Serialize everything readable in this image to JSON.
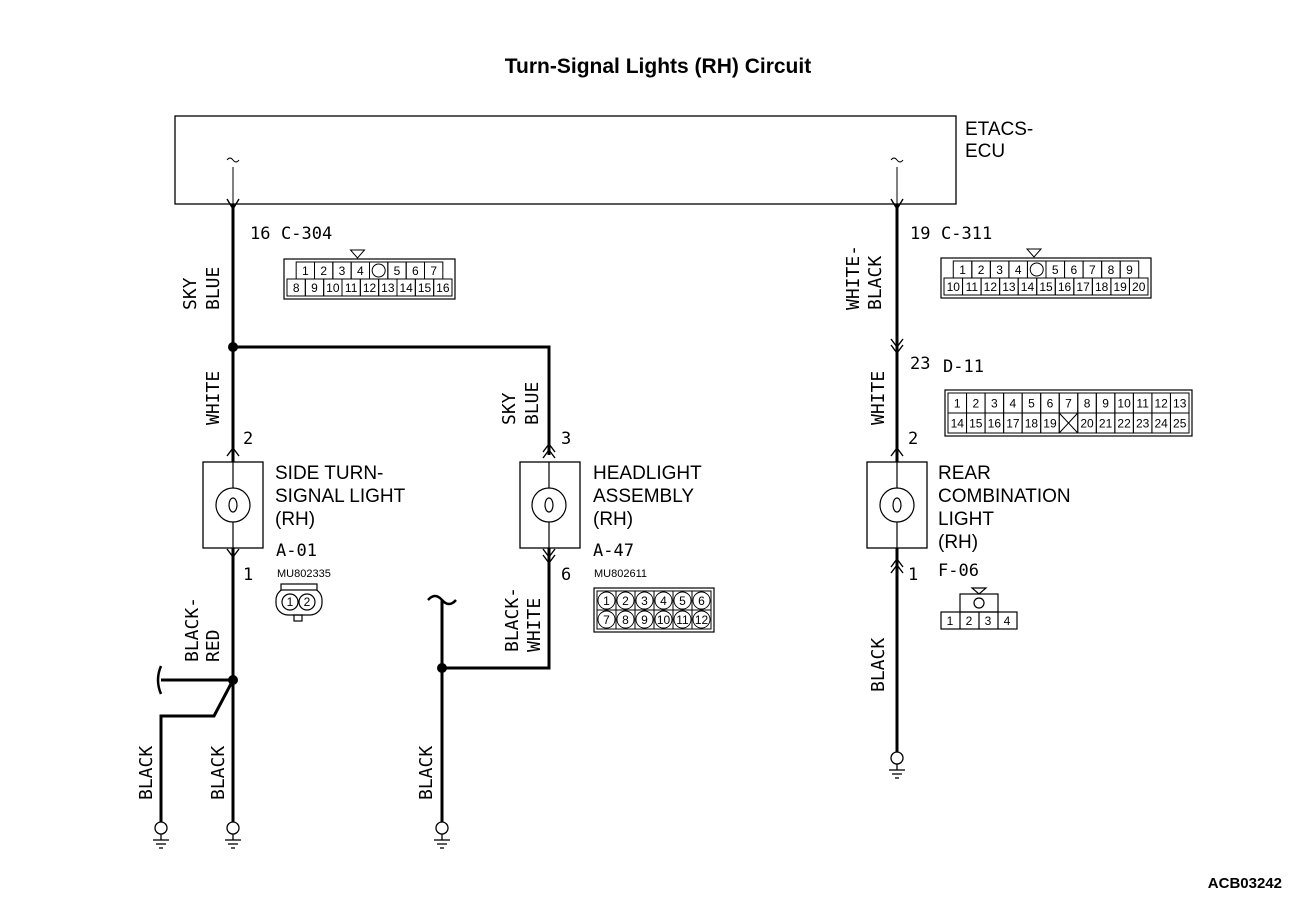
{
  "title": "Turn-Signal Lights (RH) Circuit",
  "figure_code": "ACB03242",
  "ecu": {
    "line1": "ETACS-",
    "line2": "ECU"
  },
  "connectors": {
    "c304": {
      "pin": "16",
      "name": "C-304",
      "row1": [
        "1",
        "2",
        "3",
        "4",
        "",
        "5",
        "6",
        "7"
      ],
      "row2": [
        "8",
        "9",
        "10",
        "11",
        "12",
        "13",
        "14",
        "15",
        "16"
      ]
    },
    "c311": {
      "pin": "19",
      "name": "C-311",
      "row1": [
        "1",
        "2",
        "3",
        "4",
        "",
        "5",
        "6",
        "7",
        "8",
        "9"
      ],
      "row2": [
        "10",
        "11",
        "12",
        "13",
        "14",
        "15",
        "16",
        "17",
        "18",
        "19",
        "20"
      ]
    },
    "d11": {
      "pin": "23",
      "name": "D-11",
      "row1": [
        "1",
        "2",
        "3",
        "4",
        "5",
        "6",
        "7",
        "8",
        "9",
        "10",
        "11",
        "12",
        "13"
      ],
      "row2": [
        "14",
        "15",
        "16",
        "17",
        "18",
        "19",
        "",
        "20",
        "21",
        "22",
        "23",
        "24",
        "25"
      ]
    },
    "a01": {
      "name": "A-01",
      "part": "MU802335",
      "pins": [
        "1",
        "2"
      ]
    },
    "a47": {
      "name": "A-47",
      "part": "MU802611",
      "row1": [
        "1",
        "2",
        "3",
        "4",
        "5",
        "6"
      ],
      "row2": [
        "7",
        "8",
        "9",
        "10",
        "11",
        "12"
      ]
    },
    "f06": {
      "name": "F-06",
      "pins": [
        "1",
        "2",
        "3",
        "4"
      ]
    }
  },
  "components": {
    "side": {
      "line1": "SIDE TURN-",
      "line2": "SIGNAL LIGHT",
      "line3": "(RH)",
      "pin_top": "2",
      "pin_bottom": "1"
    },
    "head": {
      "line1": "HEADLIGHT",
      "line2": "ASSEMBLY",
      "line3": "(RH)",
      "pin_top": "3",
      "pin_bottom": "6"
    },
    "rear": {
      "line1": "REAR",
      "line2": "COMBINATION",
      "line3": "LIGHT",
      "line4": "(RH)",
      "pin_top": "2",
      "pin_bottom": "1"
    }
  },
  "wires": {
    "sky": "SKY",
    "blue": "BLUE",
    "white": "WHITE",
    "white_dash": "WHITE-",
    "black_word": "BLACK",
    "black_dash": "BLACK-",
    "red": "RED",
    "white_lower": "WHITE"
  },
  "colors": {
    "line": "#000000",
    "background": "#ffffff"
  }
}
